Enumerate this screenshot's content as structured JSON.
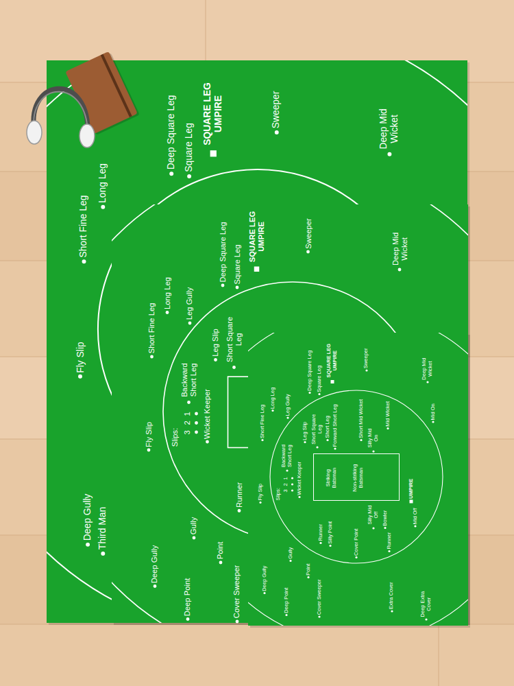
{
  "diagram": {
    "nodes": [
      {
        "text": [
          "Striking Batsman",
          "Non-striking Batsman"
        ]
      }
    ],
    "labels": [
      "Long Leg",
      "Short Fine Leg",
      "Deep Square Leg",
      "SQUARE LEG UMPIRE",
      "Square Leg",
      "Sweeper",
      "Deep Mid Wicket",
      "Fly Slip",
      "Third Man",
      "Deep Gully",
      "Long Leg",
      "Short Fine Leg",
      "Leg Gully",
      "Deep Square Leg",
      "SQUARE LEG UMPIRE",
      "Square Leg",
      "Short Square Leg",
      "Sweeper",
      "Deep Mid Wicket",
      "Leg Slip",
      "Backward Short Leg",
      "Wicket Keeper",
      "Slips:",
      "1",
      "2",
      "3",
      "Fly Slip",
      "Runner",
      "Gully",
      "Point",
      "Deep Gully",
      "Deep Point",
      "Cover Sweeper",
      "Long Leg",
      "Short Fine Leg",
      "Leg Gully",
      "Deep Square Leg",
      "SQUARE LEG UMPIRE",
      "Square Leg",
      "Sweeper",
      "Deep Mid Wicket",
      "Short Square Leg",
      "Short Leg",
      "Forward Short Leg",
      "Short Mid Wicket",
      "Mid Wicket",
      "Mid On",
      "Silly Mid On",
      "Leg Slip",
      "Backward Short Leg",
      "Wicket Keeper",
      "Slips:",
      "1",
      "2",
      "3",
      "Fly Slip",
      "UMPIRE",
      "Bowler",
      "Silly Mid Off",
      "Mid Off",
      "Silly Point",
      "Runner",
      "Runner",
      "Cover Point",
      "Point",
      "Gully",
      "Deep Gully",
      "Deep Point",
      "Cover Sweeper",
      "Extra Cover",
      "Deep Extra Cover"
    ]
  }
}
